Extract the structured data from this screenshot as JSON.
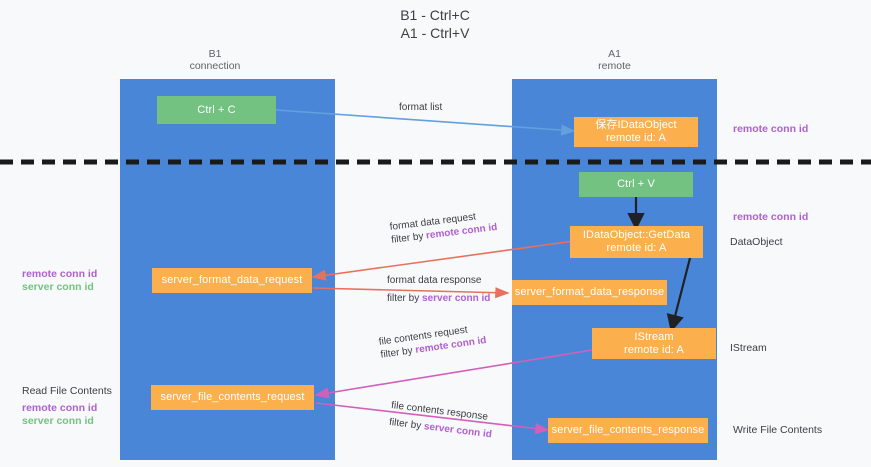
{
  "title": {
    "line1": "B1 - Ctrl+C",
    "line2": "A1 - Ctrl+V"
  },
  "lanes": [
    {
      "id": "b1",
      "name": "B1",
      "sub": "connection"
    },
    {
      "id": "a1",
      "name": "A1",
      "sub": "remote"
    }
  ],
  "colors": {
    "lane": "#4a86d8",
    "green": "#73c281",
    "orange": "#fbb04d",
    "purple": "#b05fd0",
    "blue_arrow": "#63a0dd",
    "red_arrow": "#e8705f",
    "magenta_arrow": "#d45fb8",
    "black": "#202124",
    "text": "#3c4043"
  },
  "nodes": {
    "ctrl_c": {
      "label": "Ctrl + C"
    },
    "ctrl_v": {
      "label": "Ctrl + V"
    },
    "store_dataobject": {
      "l1": "保存IDataObject",
      "l2": "remote id: A"
    },
    "getdata": {
      "l1": "IDataObject::GetData",
      "l2": "remote id: A"
    },
    "istream": {
      "l1": "IStream",
      "l2": "remote id: A"
    },
    "server_format_data_request": {
      "label": "server_format_data_request"
    },
    "server_format_data_response": {
      "label": "server_format_data_response"
    },
    "server_file_contents_request": {
      "label": "server_file_contents_request"
    },
    "server_file_contents_response": {
      "label": "server_file_contents_response"
    }
  },
  "edges": {
    "format_list": {
      "label": "format list"
    },
    "format_data_request": {
      "l1": "format data request",
      "l2_prefix": "filter by ",
      "l2_hl": "remote conn id"
    },
    "format_data_response": {
      "l1": "format data response",
      "l2_prefix": "filter by ",
      "l2_hl": "server conn id"
    },
    "file_contents_request": {
      "l1": "file contents request",
      "l2_prefix": "filter by ",
      "l2_hl": "remote conn id"
    },
    "file_contents_response": {
      "l1": "file contents response",
      "l2_prefix": "filter by ",
      "l2_hl": "server conn id"
    }
  },
  "annotations": {
    "right_remote_conn_id_top": "remote conn id",
    "right_remote_conn_id_mid": "remote conn id",
    "right_dataobject": "DataObject",
    "right_istream": "IStream",
    "right_write_file_contents": "Write File Contents",
    "left_remote_conn_id_1": "remote conn id",
    "left_server_conn_id_1": "server conn id",
    "left_read_file_contents": "Read File Contents",
    "left_remote_conn_id_2": "remote conn id",
    "left_server_conn_id_2": "server conn id"
  }
}
